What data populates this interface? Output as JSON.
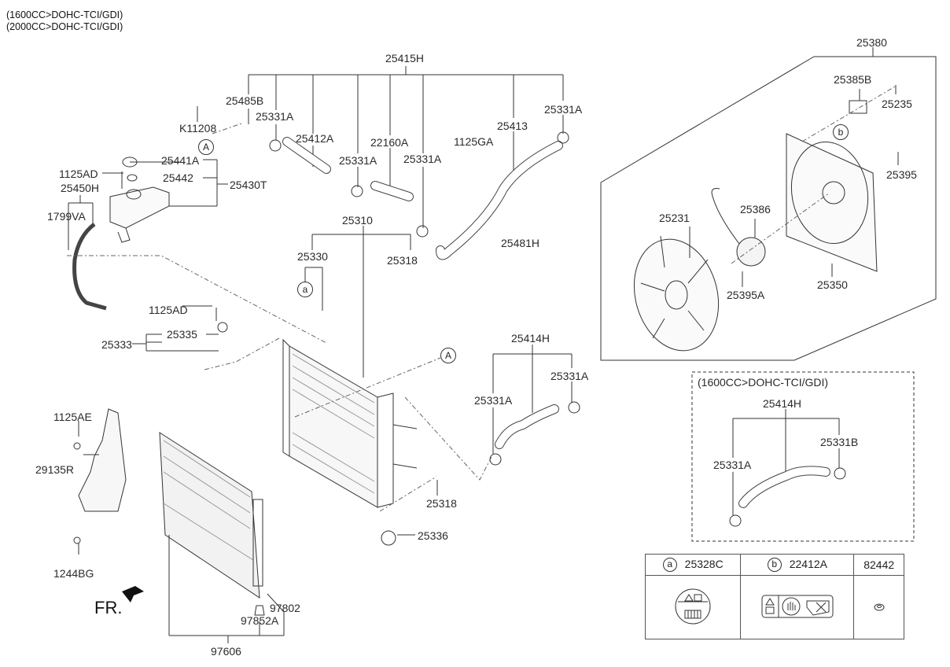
{
  "header": {
    "line1": "(1600CC>DOHC-TCI/GDI)",
    "line2": "(2000CC>DOHC-TCI/GDI)"
  },
  "callouts": {
    "A": "A",
    "a": "a",
    "b": "b"
  },
  "direction_label": "FR.",
  "variant_box": {
    "title": "(1600CC>DOHC-TCI/GDI)",
    "hose_assy": "25414H",
    "clamp_left": "25331A",
    "clamp_right": "25331B"
  },
  "parts": {
    "p25415H": "25415H",
    "p25485B": "25485B",
    "p25331A_1": "25331A",
    "p25412A": "25412A",
    "p25331A_2": "25331A",
    "p22160A": "22160A",
    "p25331A_3": "25331A",
    "p1125GA": "1125GA",
    "p25413": "25413",
    "p25331A_4": "25331A",
    "p25481H": "25481H",
    "pK11208": "K11208",
    "p25441A": "25441A",
    "p1125AD_1": "1125AD",
    "p25442": "25442",
    "p25430T": "25430T",
    "p25450H": "25450H",
    "p1799VA": "1799VA",
    "p25310": "25310",
    "p25330": "25330",
    "p25318_1": "25318",
    "p1125AD_2": "1125AD",
    "p25335": "25335",
    "p25333": "25333",
    "p25414H": "25414H",
    "p25331A_5": "25331A",
    "p25331A_6": "25331A",
    "p25318_2": "25318",
    "p25336": "25336",
    "p1125AE": "1125AE",
    "p29135R": "29135R",
    "p1244BG": "1244BG",
    "p97802": "97802",
    "p97852A": "97852A",
    "p97606": "97606",
    "p25380": "25380",
    "p25385B": "25385B",
    "p25235": "25235",
    "p25395": "25395",
    "p25231": "25231",
    "p25386": "25386",
    "p25395A": "25395A",
    "p25350": "25350"
  },
  "legend_table": {
    "columns": [
      {
        "callout": "a",
        "part": "25328C",
        "icon": "warning-label-round-icon"
      },
      {
        "callout": "b",
        "part": "22412A",
        "icon": "warning-label-rect-icon"
      },
      {
        "callout": "",
        "part": "82442",
        "icon": "nut-icon"
      }
    ]
  }
}
